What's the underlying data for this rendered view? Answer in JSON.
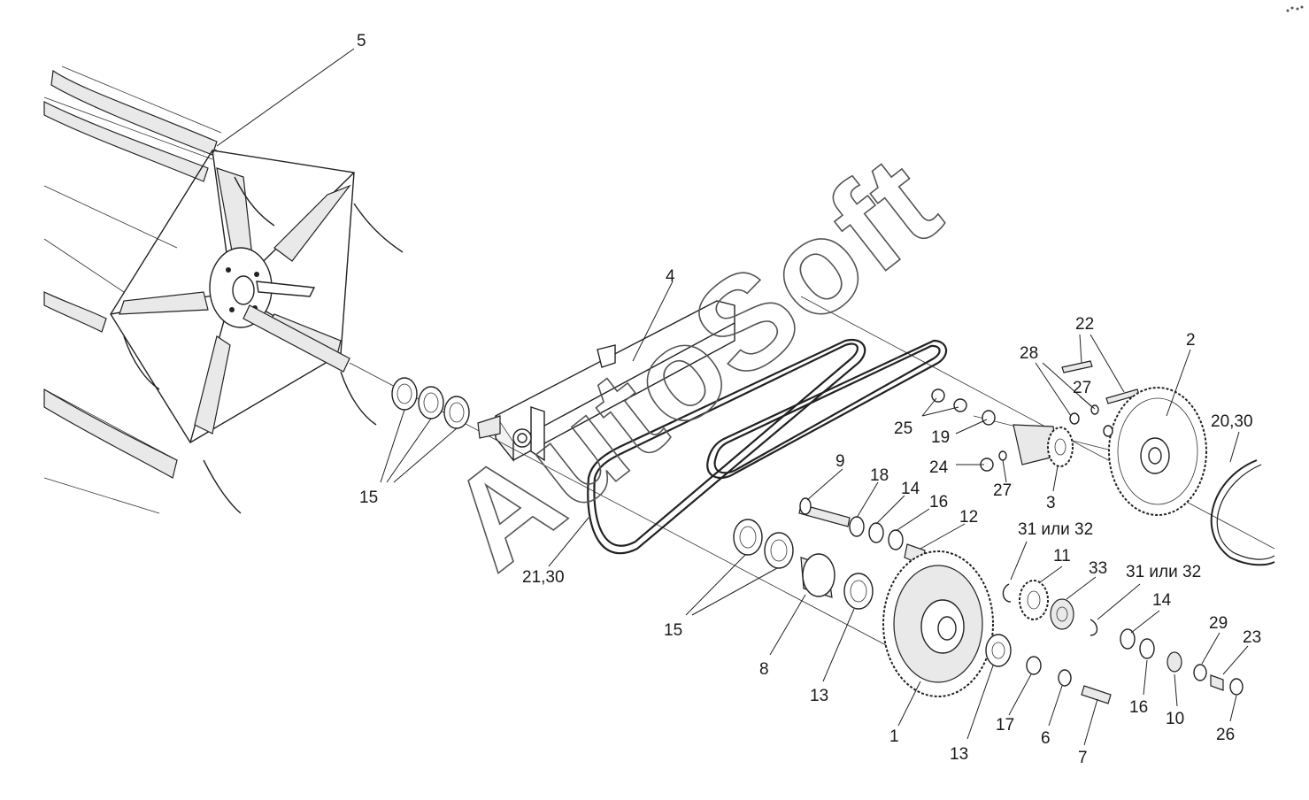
{
  "watermark": "AutoSoft",
  "labels": {
    "l1": "1",
    "l2": "2",
    "l3": "3",
    "l4": "4",
    "l5": "5",
    "l6": "6",
    "l7": "7",
    "l8": "8",
    "l9": "9",
    "l10": "10",
    "l11": "11",
    "l12": "12",
    "l13a": "13",
    "l13b": "13",
    "l14a": "14",
    "l14b": "14",
    "l15a": "15",
    "l15b": "15",
    "l16a": "16",
    "l16b": "16",
    "l17": "17",
    "l18": "18",
    "l19": "19",
    "l20": "20,30",
    "l21": "21,30",
    "l22": "22",
    "l23": "23",
    "l24": "24",
    "l25": "25",
    "l26": "26",
    "l27a": "27",
    "l27b": "27",
    "l28": "28",
    "l29": "29",
    "l31a": "31 или 32",
    "l31b": "31 или 32",
    "l33": "33"
  }
}
